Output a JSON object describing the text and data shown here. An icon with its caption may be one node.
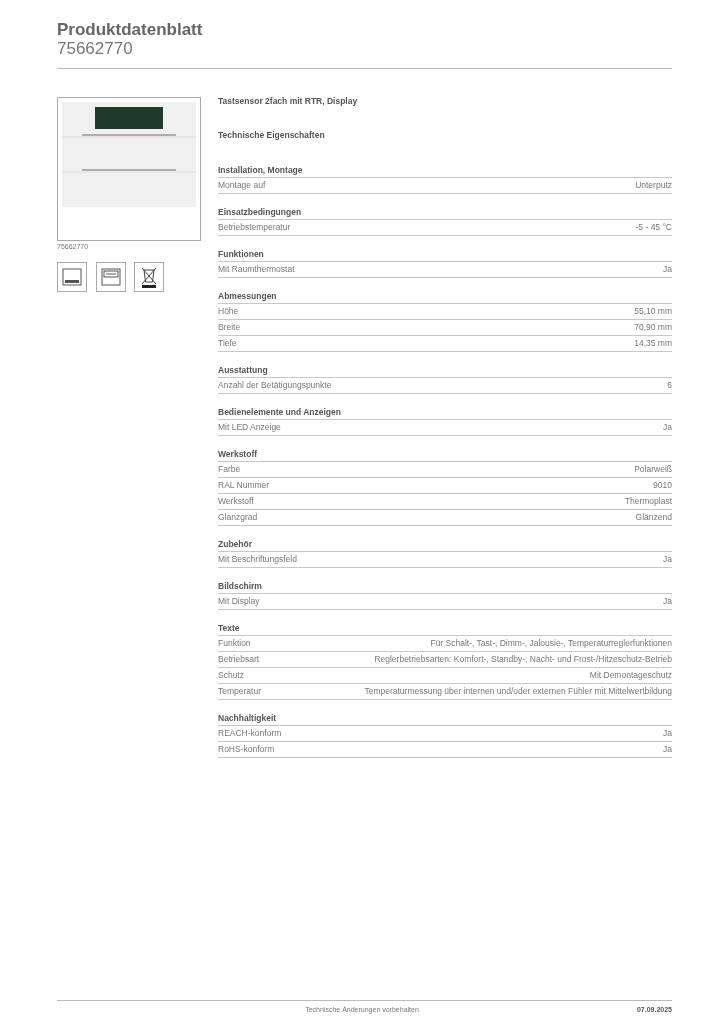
{
  "diagram": {
    "title": "Produktdatenblatt",
    "labels": [
      "75662770",
      "Tastsensor 2fach mit RTR, Display",
      "Technische Eigenschaften",
      "Installation, Montage",
      "Montage auf",
      "Unterputz",
      "Einsatzbedingungen",
      "Betriebstemperatur",
      "-5 - 45 °C",
      "Funktionen",
      "Mit Raumthermostat",
      "Ja",
      "Abmessungen",
      "Höhe",
      "55,10 mm",
      "Breite",
      "70,90 mm",
      "Tiefe",
      "14,35 mm",
      "Ausstattung",
      "Anzahl der Betätigungspunkte",
      "6",
      "Bedienelemente und Anzeigen",
      "Mit LED Anzeige",
      "Ja",
      "Werkstoff",
      "Farbe",
      "Polarweiß",
      "RAL Nummer",
      "9010",
      "Werkstoff",
      "Thermoplast",
      "Glanzgrad",
      "Glänzend",
      "Zubehör",
      "Mit Beschriftungsfeld",
      "Ja",
      "Bildschirm",
      "Mit Display",
      "Ja",
      "Texte",
      "Funktion",
      "Für Schalt-, Tast-, Dimm-, Jalousie-, Temperaturreglerfunktionen",
      "Betriebsart",
      "Reglerbetriebsarten: Komfort-, Standby-, Nacht- und Frost-/Hitzeschutz-Betrieb",
      "Schutz",
      "Mit Demontageschutz",
      "Temperatur",
      "Temperaturmessung über internen und/oder externen Fühler mit Mittelwertbildung",
      "Nachhaltigkeit",
      "REACH-konform",
      "Ja",
      "RoHS-konform",
      "Ja",
      "75662770",
      "Technische Änderungen vorbehalten",
      "07.09.2025"
    ]
  }
}
